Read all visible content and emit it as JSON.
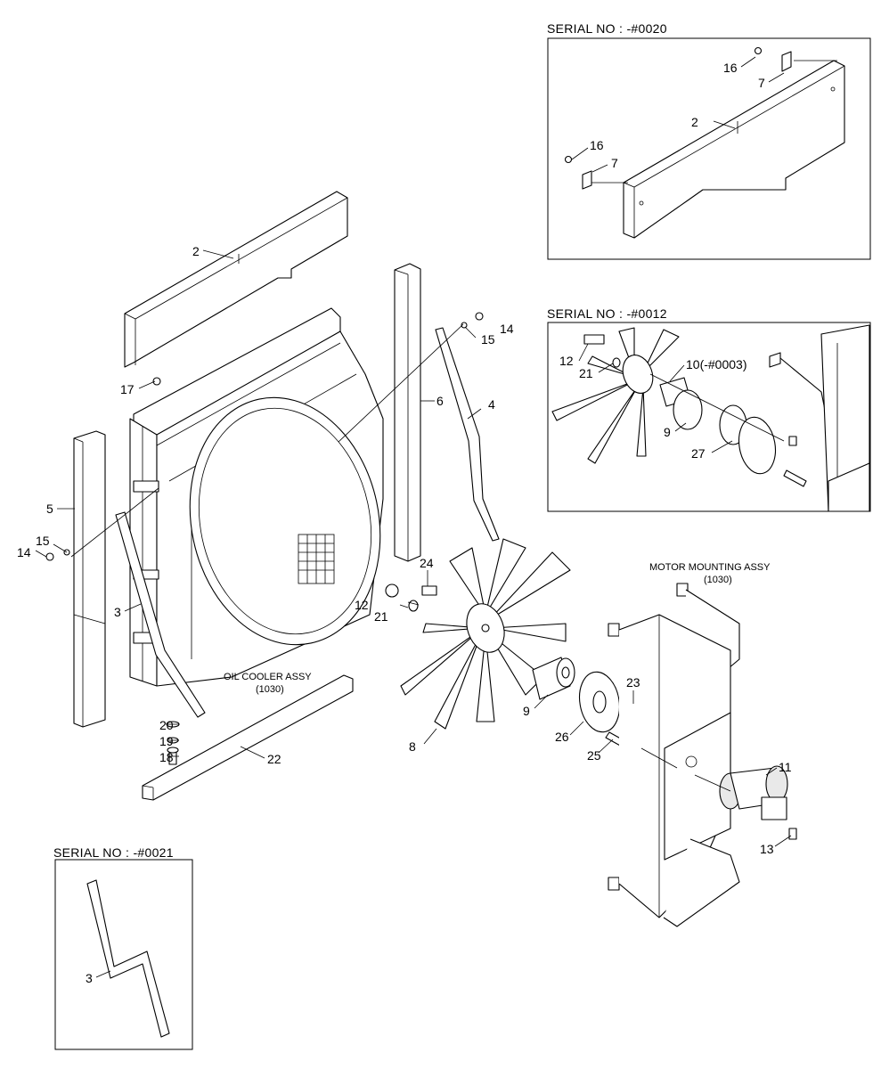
{
  "inset_titles": {
    "top_right": "SERIAL NO : -#0020",
    "middle_right": "SERIAL NO : -#0012",
    "bottom_left": "SERIAL NO : -#0021"
  },
  "assembly_labels": {
    "oil_cooler": "OIL COOLER ASSY",
    "oil_cooler_ref": "(1030)",
    "motor_mounting": "MOTOR MOUNTING ASSY",
    "motor_mounting_ref": "(1030)"
  },
  "callouts": {
    "p2_main": "2",
    "p17": "17",
    "p5": "5",
    "p15_left": "15",
    "p14_left": "14",
    "p3_main": "3",
    "p20": "20",
    "p19": "19",
    "p18": "18",
    "p22": "22",
    "p6": "6",
    "p4": "4",
    "p15_top": "15",
    "p14_top": "14",
    "p24": "24",
    "p12_main": "12",
    "p21_main": "21",
    "p9_main": "9",
    "p23": "23",
    "p26": "26",
    "p25": "25",
    "p8": "8",
    "p11": "11",
    "p13": "13",
    "i1_p16a": "16",
    "i1_p7a": "7",
    "i1_p2": "2",
    "i1_p16b": "16",
    "i1_p7b": "7",
    "i2_p12": "12",
    "i2_p21": "21",
    "i2_p10": "10(-#0003)",
    "i2_p9": "9",
    "i2_p27": "27",
    "i3_p3": "3"
  }
}
